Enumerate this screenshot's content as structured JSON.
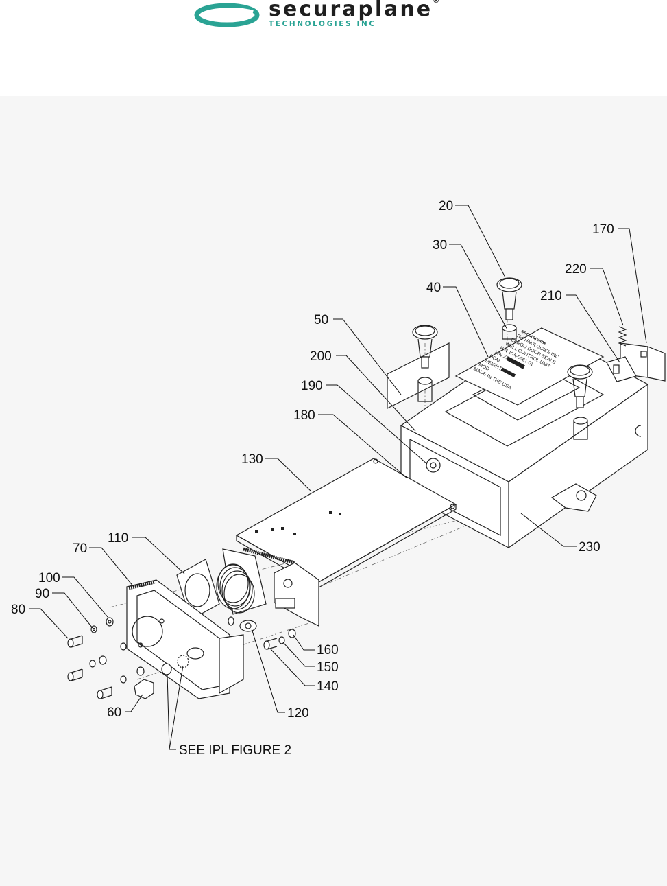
{
  "header": {
    "brand_name": "securaplane",
    "brand_reg": "®",
    "brand_subtitle": "TECHNOLOGIES INC",
    "brand_color": "#2aa394"
  },
  "unit_label": {
    "brand": "securaplane",
    "lines": [
      "TECHNOLOGIES INC",
      "CARGO DOOR SEALS",
      "WELL CONTROL UNIT",
      "P/N 10A-0661-01",
      "S/N XXXXXX",
      "DOM",
      "WEIGHT",
      "MOD"
    ],
    "footer": "MADE IN THE USA"
  },
  "callouts": {
    "c20": "20",
    "c30": "30",
    "c40": "40",
    "c50": "50",
    "c60": "60",
    "c70": "70",
    "c80": "80",
    "c90": "90",
    "c100": "100",
    "c110": "110",
    "c120": "120",
    "c130": "130",
    "c140": "140",
    "c150": "150",
    "c160": "160",
    "c170": "170",
    "c180": "180",
    "c190": "190",
    "c200": "200",
    "c210": "210",
    "c220": "220",
    "c230": "230"
  },
  "see_ipl": "SEE IPL FIGURE 2"
}
